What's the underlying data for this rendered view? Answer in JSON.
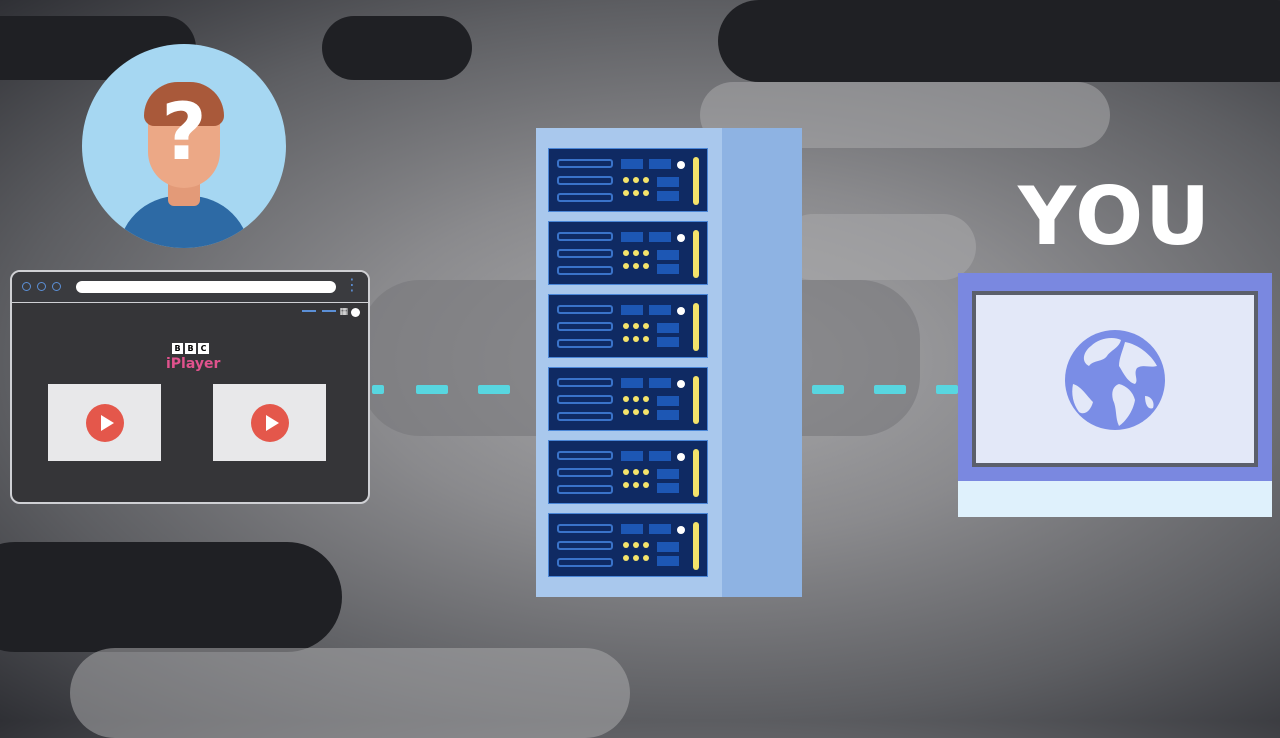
{
  "scene": {
    "you_label": "YOU",
    "bbc_letters": [
      "B",
      "B",
      "C"
    ],
    "iplayer_text": "iPlayer",
    "question_mark": "?"
  },
  "colors": {
    "dash": "#58d6e0",
    "server_front": "#a9c8ed",
    "laptop_frame": "#7a88e0",
    "play_button": "#e4574b",
    "iplayer_pink": "#e0528d"
  },
  "icons": {
    "avatar": "user-unknown-icon",
    "server": "server-rack-icon",
    "globe": "globe-icon",
    "play": "play-icon"
  }
}
